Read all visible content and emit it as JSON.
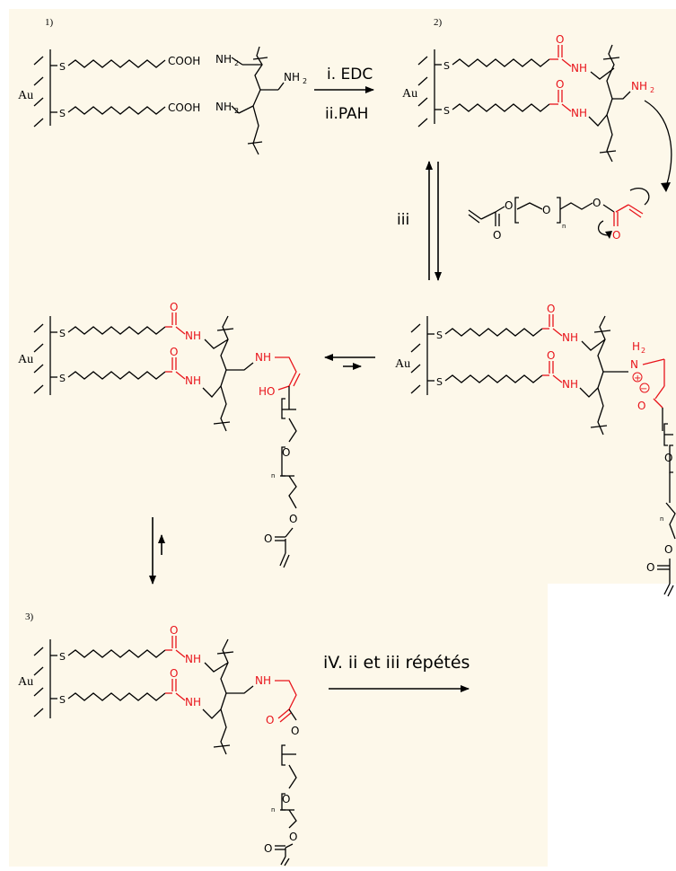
{
  "colors": {
    "background": "#fdf8ea",
    "bond": "#000000",
    "highlight": "#e8141b"
  },
  "step_labels": {
    "s1": "1)",
    "s2": "2)",
    "s3": "3)"
  },
  "reagents": {
    "r1": "i. EDC",
    "r2": "ii.PAH",
    "r3": "iii",
    "r4": "iV. ii et iii répétés"
  },
  "atoms": {
    "au": "Au",
    "s": "S",
    "cooh": "COOH",
    "nh2": "NH",
    "sub2": "2",
    "o": "O",
    "nh": "NH",
    "n_h": "N",
    "h": "H",
    "ho": "HO",
    "n": "n",
    "charge_plus": "+",
    "charge_minus": "−"
  }
}
